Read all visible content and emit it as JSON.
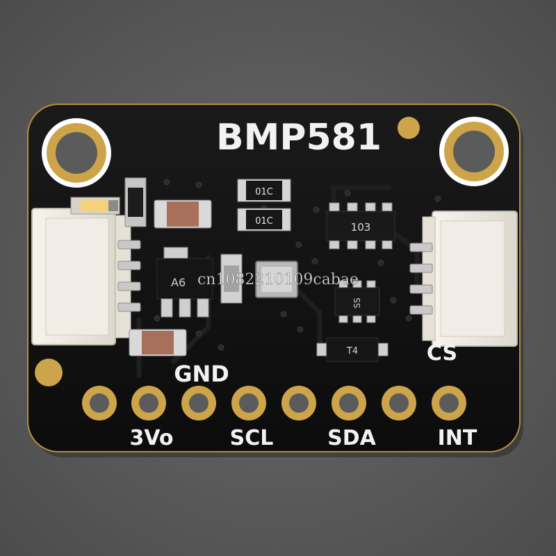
{
  "board": {
    "title": "BMP581",
    "pins": {
      "gnd": "GND",
      "vo": "3Vo",
      "scl": "SCL",
      "sda": "SDA",
      "int": "INT",
      "cs": "CS"
    },
    "resistor_top": "01C",
    "resistor_mid": "01C",
    "resistor_array": "103",
    "regulator_mark": "A6",
    "level_shifter_mark": "SS",
    "mosfet_mark": "T4",
    "watermark": "cn1082210109cabae"
  },
  "colors": {
    "background": "#5e5e5e",
    "pcb": "#121212",
    "gold": "#cda449",
    "silkscreen": "#f2f2f2",
    "connector": "#eeeae2"
  }
}
